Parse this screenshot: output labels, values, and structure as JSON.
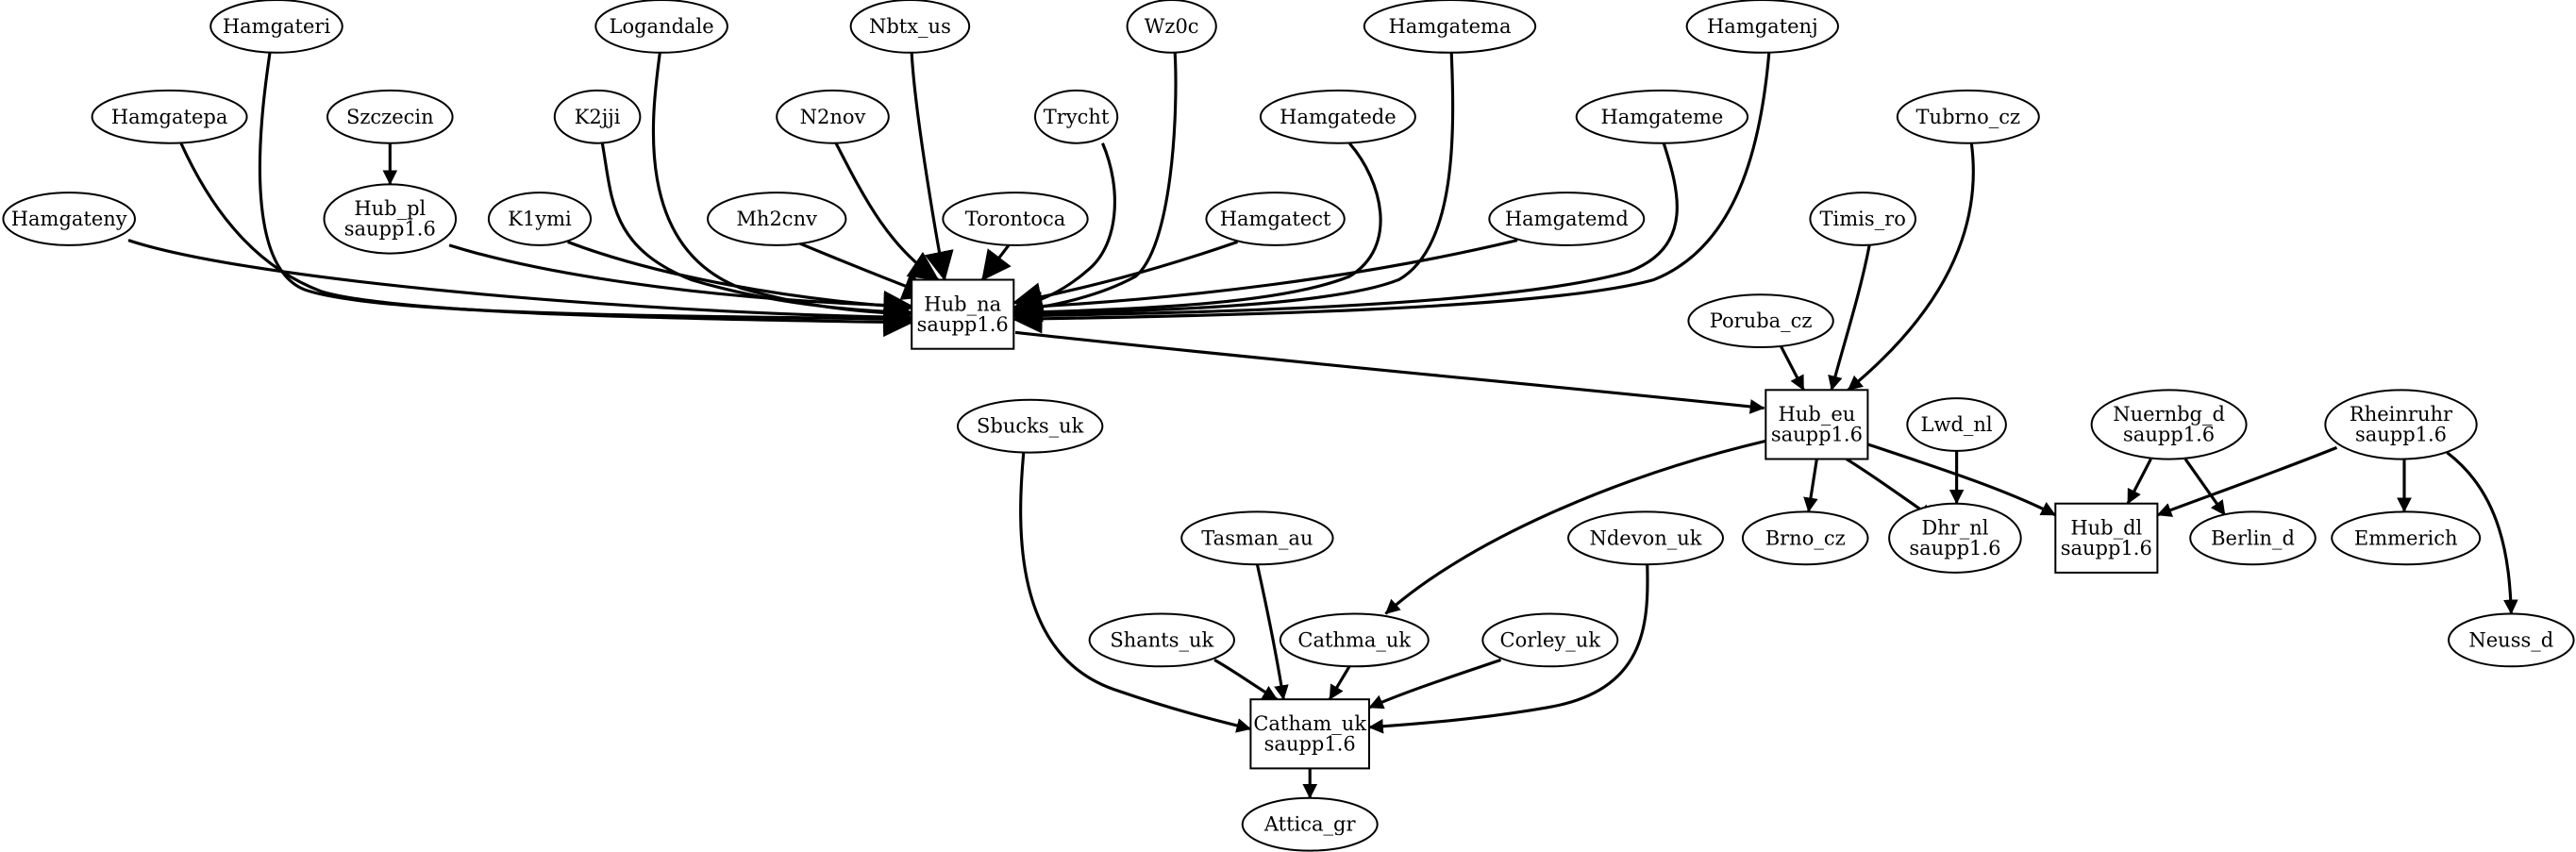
{
  "diagram": {
    "nodes": [
      {
        "id": "hamgateri",
        "lines": [
          "Hamgateri"
        ],
        "shape": "ellipse"
      },
      {
        "id": "logandale",
        "lines": [
          "Logandale"
        ],
        "shape": "ellipse"
      },
      {
        "id": "nbtx_us",
        "lines": [
          "Nbtx_us"
        ],
        "shape": "ellipse"
      },
      {
        "id": "wz0c",
        "lines": [
          "Wz0c"
        ],
        "shape": "ellipse"
      },
      {
        "id": "hamgatema",
        "lines": [
          "Hamgatema"
        ],
        "shape": "ellipse"
      },
      {
        "id": "hamgatenj",
        "lines": [
          "Hamgatenj"
        ],
        "shape": "ellipse"
      },
      {
        "id": "hamgatepa",
        "lines": [
          "Hamgatepa"
        ],
        "shape": "ellipse"
      },
      {
        "id": "szczecin",
        "lines": [
          "Szczecin"
        ],
        "shape": "ellipse"
      },
      {
        "id": "k2jji",
        "lines": [
          "K2jji"
        ],
        "shape": "ellipse"
      },
      {
        "id": "n2nov",
        "lines": [
          "N2nov"
        ],
        "shape": "ellipse"
      },
      {
        "id": "trycht",
        "lines": [
          "Trycht"
        ],
        "shape": "ellipse"
      },
      {
        "id": "hamgatede",
        "lines": [
          "Hamgatede"
        ],
        "shape": "ellipse"
      },
      {
        "id": "hamgateme",
        "lines": [
          "Hamgateme"
        ],
        "shape": "ellipse"
      },
      {
        "id": "tubrno_cz",
        "lines": [
          "Tubrno_cz"
        ],
        "shape": "ellipse"
      },
      {
        "id": "hamgateny",
        "lines": [
          "Hamgateny"
        ],
        "shape": "ellipse"
      },
      {
        "id": "hub_pl",
        "lines": [
          "Hub_pl",
          "saupp1.6"
        ],
        "shape": "ellipse"
      },
      {
        "id": "k1ymi",
        "lines": [
          "K1ymi"
        ],
        "shape": "ellipse"
      },
      {
        "id": "mh2cnv",
        "lines": [
          "Mh2cnv"
        ],
        "shape": "ellipse"
      },
      {
        "id": "torontoca",
        "lines": [
          "Torontoca"
        ],
        "shape": "ellipse"
      },
      {
        "id": "hamgatect",
        "lines": [
          "Hamgatect"
        ],
        "shape": "ellipse"
      },
      {
        "id": "hamgatemd",
        "lines": [
          "Hamgatemd"
        ],
        "shape": "ellipse"
      },
      {
        "id": "timis_ro",
        "lines": [
          "Timis_ro"
        ],
        "shape": "ellipse"
      },
      {
        "id": "hub_na",
        "lines": [
          "Hub_na",
          "saupp1.6"
        ],
        "shape": "box"
      },
      {
        "id": "poruba_cz",
        "lines": [
          "Poruba_cz"
        ],
        "shape": "ellipse"
      },
      {
        "id": "hub_eu",
        "lines": [
          "Hub_eu",
          "saupp1.6"
        ],
        "shape": "box"
      },
      {
        "id": "lwd_nl",
        "lines": [
          "Lwd_nl"
        ],
        "shape": "ellipse"
      },
      {
        "id": "nuernbg_d",
        "lines": [
          "Nuernbg_d",
          "saupp1.6"
        ],
        "shape": "ellipse"
      },
      {
        "id": "rheinruhr",
        "lines": [
          "Rheinruhr",
          "saupp1.6"
        ],
        "shape": "ellipse"
      },
      {
        "id": "sbucks_uk",
        "lines": [
          "Sbucks_uk"
        ],
        "shape": "ellipse"
      },
      {
        "id": "tasman_au",
        "lines": [
          "Tasman_au"
        ],
        "shape": "ellipse"
      },
      {
        "id": "ndevon_uk",
        "lines": [
          "Ndevon_uk"
        ],
        "shape": "ellipse"
      },
      {
        "id": "brno_cz",
        "lines": [
          "Brno_cz"
        ],
        "shape": "ellipse"
      },
      {
        "id": "dhr_nl",
        "lines": [
          "Dhr_nl",
          "saupp1.6"
        ],
        "shape": "ellipse"
      },
      {
        "id": "hub_dl",
        "lines": [
          "Hub_dl",
          "saupp1.6"
        ],
        "shape": "box"
      },
      {
        "id": "berlin_d",
        "lines": [
          "Berlin_d"
        ],
        "shape": "ellipse"
      },
      {
        "id": "emmerich",
        "lines": [
          "Emmerich"
        ],
        "shape": "ellipse"
      },
      {
        "id": "shants_uk",
        "lines": [
          "Shants_uk"
        ],
        "shape": "ellipse"
      },
      {
        "id": "cathma_uk",
        "lines": [
          "Cathma_uk"
        ],
        "shape": "ellipse"
      },
      {
        "id": "corley_uk",
        "lines": [
          "Corley_uk"
        ],
        "shape": "ellipse"
      },
      {
        "id": "neuss_d",
        "lines": [
          "Neuss_d"
        ],
        "shape": "ellipse"
      },
      {
        "id": "catham_uk",
        "lines": [
          "Catham_uk",
          "saupp1.6"
        ],
        "shape": "box"
      },
      {
        "id": "attica_gr",
        "lines": [
          "Attica_gr"
        ],
        "shape": "ellipse"
      }
    ],
    "edges": [
      {
        "from": "hamgateri",
        "to": "hub_na"
      },
      {
        "from": "logandale",
        "to": "hub_na"
      },
      {
        "from": "nbtx_us",
        "to": "hub_na"
      },
      {
        "from": "wz0c",
        "to": "hub_na"
      },
      {
        "from": "hamgatema",
        "to": "hub_na"
      },
      {
        "from": "hamgatenj",
        "to": "hub_na"
      },
      {
        "from": "hamgatepa",
        "to": "hub_na"
      },
      {
        "from": "szczecin",
        "to": "hub_pl"
      },
      {
        "from": "k2jji",
        "to": "hub_na"
      },
      {
        "from": "n2nov",
        "to": "hub_na"
      },
      {
        "from": "trycht",
        "to": "hub_na"
      },
      {
        "from": "hamgatede",
        "to": "hub_na"
      },
      {
        "from": "hamgateme",
        "to": "hub_na"
      },
      {
        "from": "hamgateny",
        "to": "hub_na"
      },
      {
        "from": "hub_pl",
        "to": "hub_na"
      },
      {
        "from": "k1ymi",
        "to": "hub_na"
      },
      {
        "from": "mh2cnv",
        "to": "hub_na"
      },
      {
        "from": "torontoca",
        "to": "hub_na"
      },
      {
        "from": "hamgatect",
        "to": "hub_na"
      },
      {
        "from": "hamgatemd",
        "to": "hub_na"
      },
      {
        "from": "hub_na",
        "to": "hub_eu"
      },
      {
        "from": "tubrno_cz",
        "to": "hub_eu"
      },
      {
        "from": "timis_ro",
        "to": "hub_eu"
      },
      {
        "from": "poruba_cz",
        "to": "hub_eu"
      },
      {
        "from": "hub_eu",
        "to": "brno_cz"
      },
      {
        "from": "hub_eu",
        "to": "dhr_nl"
      },
      {
        "from": "hub_eu",
        "to": "hub_dl"
      },
      {
        "from": "hub_eu",
        "to": "cathma_uk"
      },
      {
        "from": "lwd_nl",
        "to": "dhr_nl"
      },
      {
        "from": "nuernbg_d",
        "to": "hub_dl"
      },
      {
        "from": "nuernbg_d",
        "to": "berlin_d"
      },
      {
        "from": "rheinruhr",
        "to": "hub_dl"
      },
      {
        "from": "rheinruhr",
        "to": "emmerich"
      },
      {
        "from": "rheinruhr",
        "to": "neuss_d"
      },
      {
        "from": "sbucks_uk",
        "to": "catham_uk"
      },
      {
        "from": "tasman_au",
        "to": "catham_uk"
      },
      {
        "from": "shants_uk",
        "to": "catham_uk"
      },
      {
        "from": "cathma_uk",
        "to": "catham_uk"
      },
      {
        "from": "corley_uk",
        "to": "catham_uk"
      },
      {
        "from": "ndevon_uk",
        "to": "catham_uk"
      },
      {
        "from": "catham_uk",
        "to": "attica_gr"
      }
    ]
  }
}
